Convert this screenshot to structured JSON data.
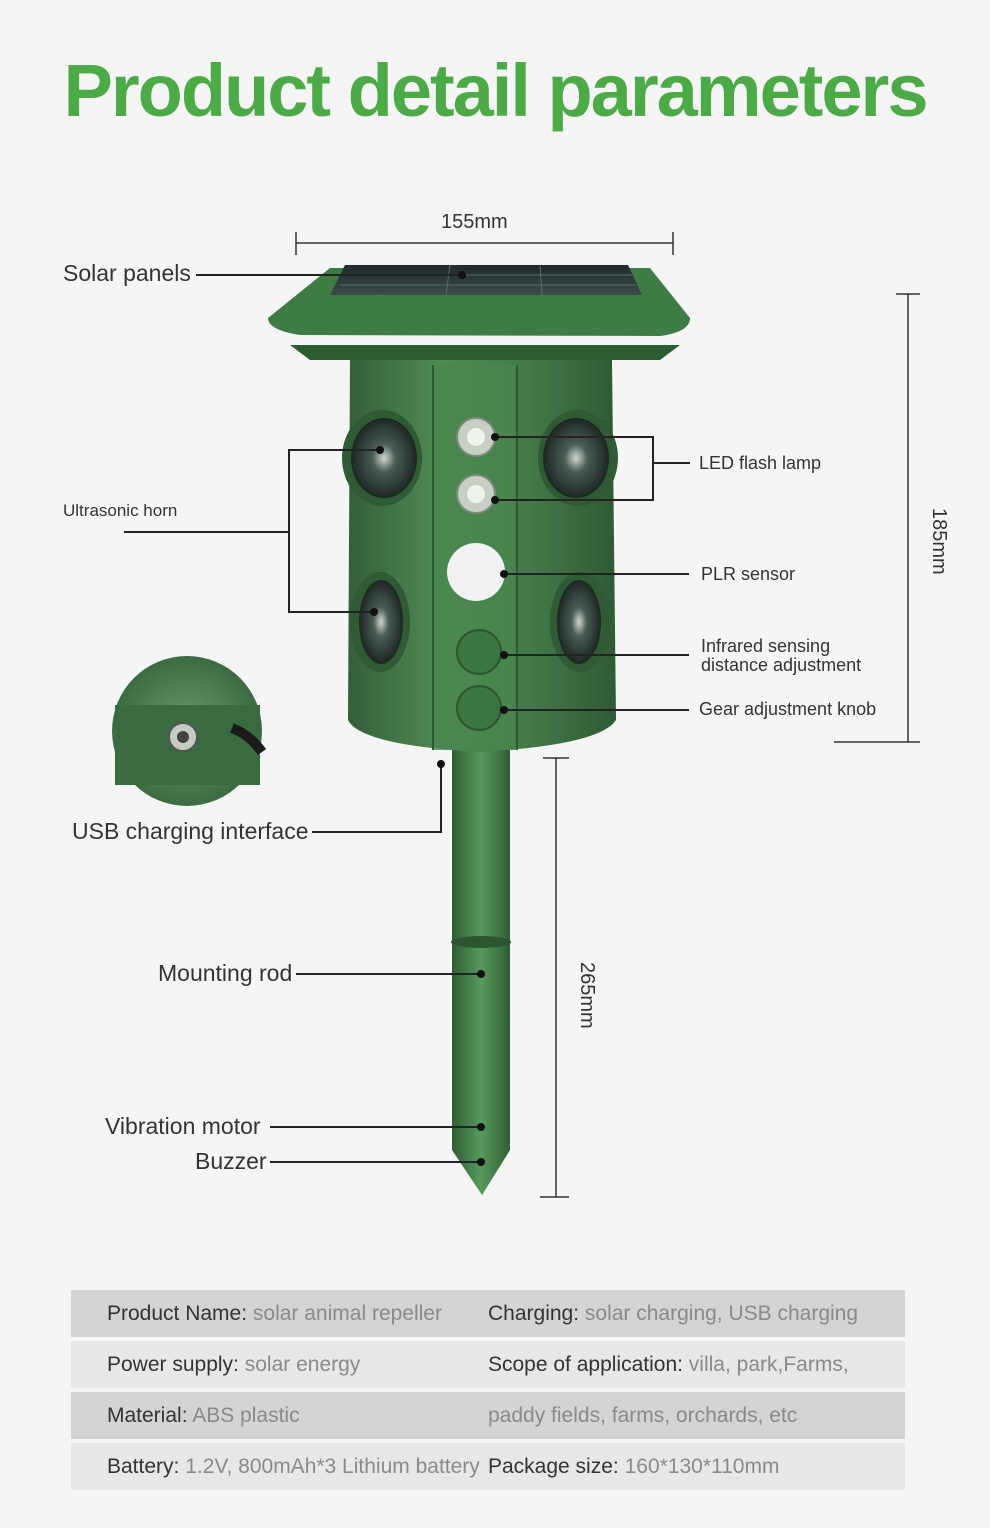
{
  "page_title": "Product detail parameters",
  "dimensions": {
    "width": "155mm",
    "height": "185mm",
    "rod": "265mm"
  },
  "callouts": {
    "solar_panels": "Solar panels",
    "ultrasonic_horn": "Ultrasonic horn",
    "led_flash_lamp": "LED flash lamp",
    "plr_sensor": "PLR sensor",
    "infrared_line1": "Infrared sensing",
    "infrared_line2": "distance adjustment",
    "gear_knob": "Gear adjustment knob",
    "usb_interface": "USB charging interface",
    "mounting_rod": "Mounting rod",
    "vibration_motor": "Vibration motor",
    "buzzer": "Buzzer"
  },
  "specs": [
    {
      "left_key": "Product Name:",
      "left_val": " solar animal repeller",
      "right_key": "Charging:",
      "right_val": " solar charging, USB charging"
    },
    {
      "left_key": "Power supply:",
      "left_val": " solar energy",
      "right_key": "Scope of application:",
      "right_val": " villa, park,Farms,"
    },
    {
      "left_key": "Material:",
      "left_val": " ABS plastic",
      "right_key": "",
      "right_val": "paddy fields, farms, orchards, etc"
    },
    {
      "left_key": "Battery:",
      "left_val": " 1.2V, 800mAh*3 Lithium battery",
      "right_key": "Package size:",
      "right_val": " 160*130*110mm"
    }
  ],
  "colors": {
    "title_green": "#4caa47",
    "device_green": "#3f7c45",
    "device_dark": "#2c5a31"
  }
}
